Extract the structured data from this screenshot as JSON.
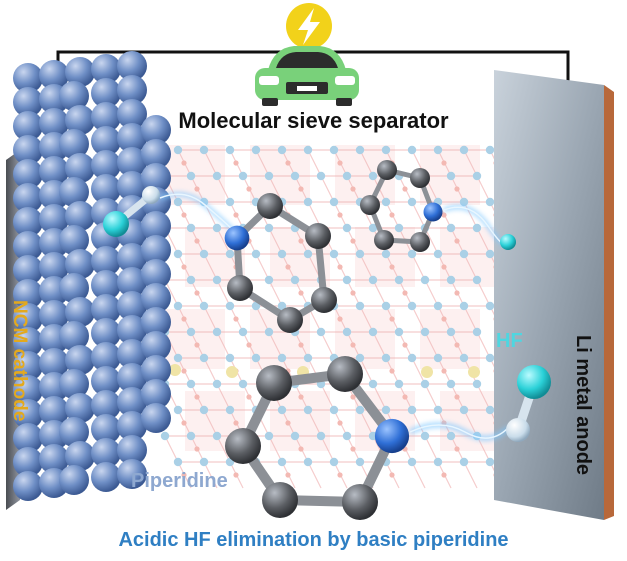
{
  "title": "Molecular sieve separator",
  "caption": "Acidic HF elimination by basic piperidine",
  "labels": {
    "cathode": "NCM cathode",
    "anode": "Li metal anode",
    "piperidine": "Piperidine",
    "hf": "HF"
  },
  "icons": [
    "lightning-icon",
    "electric-car-icon"
  ],
  "colors": {
    "caption": "#2f7fc3",
    "piperidine_label": "#8ea8d0",
    "hf_label": "#4fd6e0",
    "cathode_label": "#e3a91e",
    "anode_label": "#111111",
    "circuit_wire": "#111111",
    "car": "#79d17a",
    "lightning_circle": "#f2d21a",
    "cathode_particles": "#6f8fc6",
    "anode_plate": "#9aa6b2",
    "anode_edge": "#b8683a",
    "nitrogen_atom": "#2f6fd6",
    "carbon_atom": "#5b5e63",
    "hf_atom": "#2bd1d8",
    "framework_node": "#aad0e6",
    "framework_bond": "#f0b7b7"
  }
}
